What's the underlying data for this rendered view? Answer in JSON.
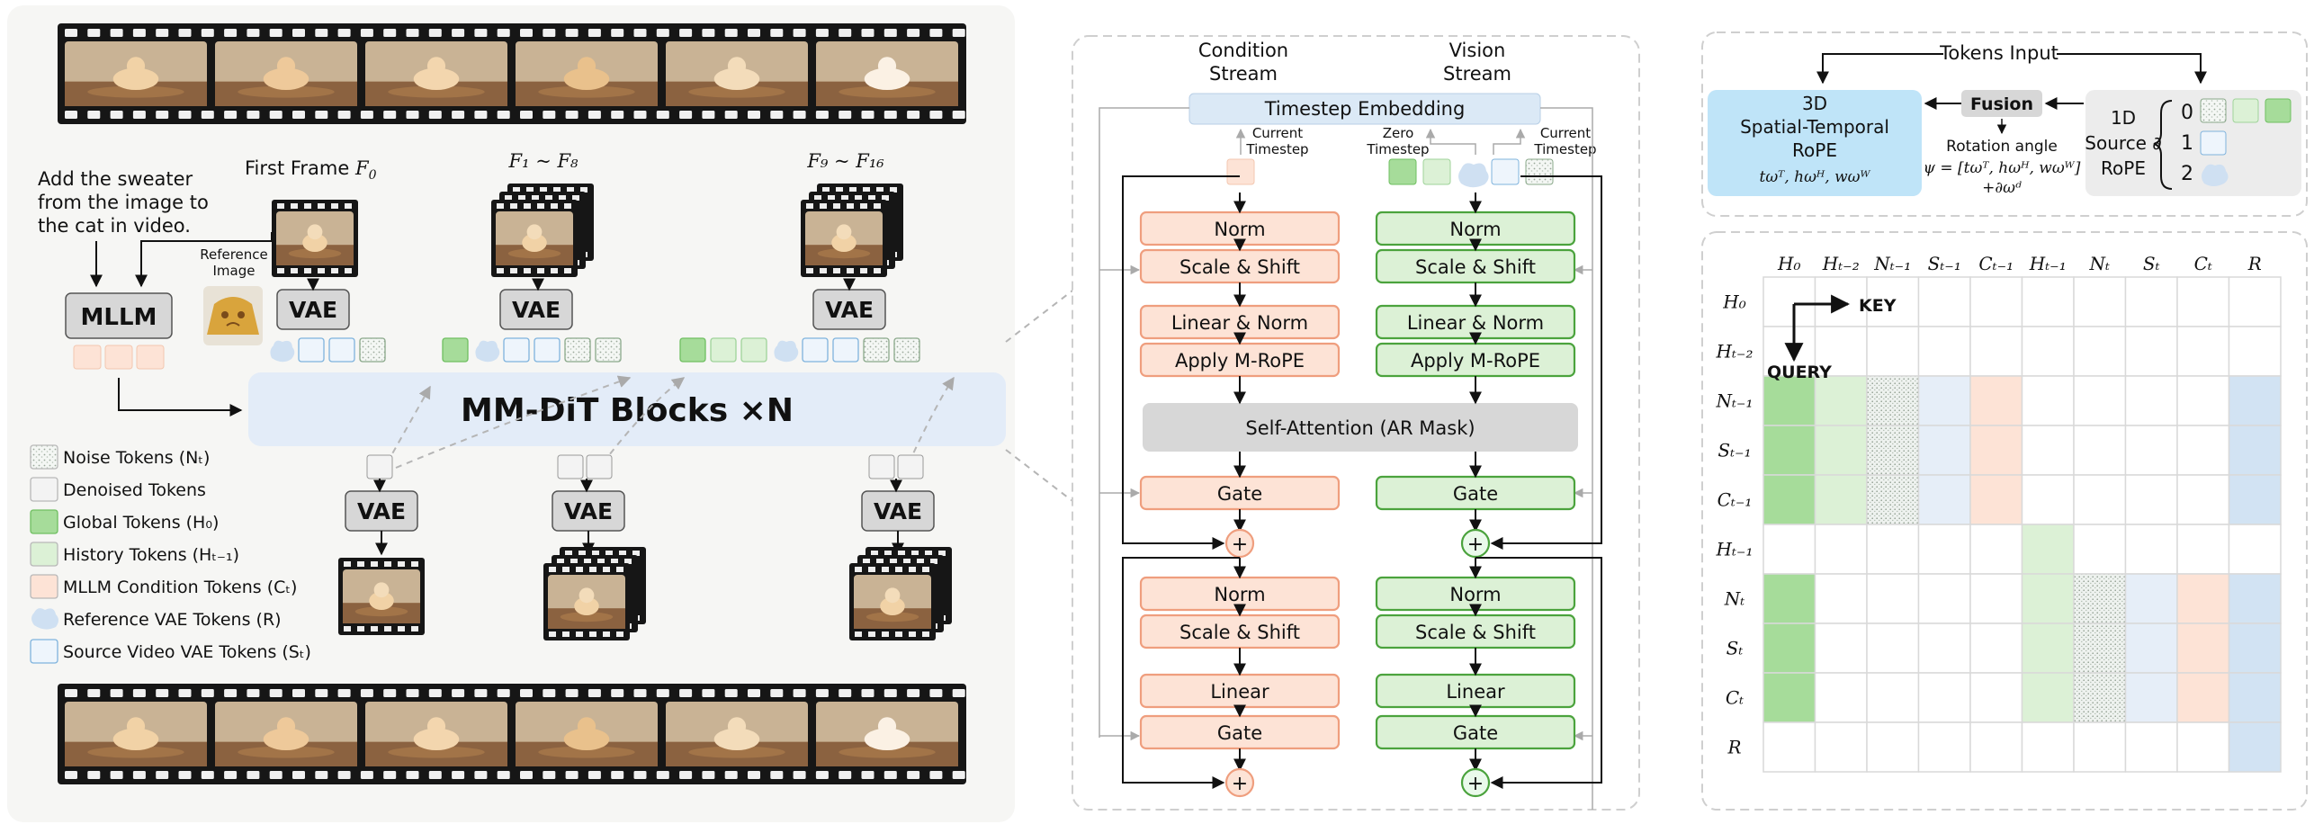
{
  "left": {
    "instruction": [
      "Add the sweater",
      "from the image to",
      "the cat in video."
    ],
    "first_frame": "First Frame",
    "first_frame_sym": "F",
    "first_frame_sub": "0",
    "group2": "F₁ ~ F₈",
    "group3": "F₉ ~ F₁₆",
    "reference_image": [
      "Reference",
      "Image"
    ],
    "mllm": "MLLM",
    "vae": "VAE",
    "mmdit": "MM-DiT Blocks ×N",
    "legend": [
      {
        "label": "Noise Tokens (Nₜ)",
        "color": "#ffffff",
        "pattern": "noise"
      },
      {
        "label": "Denoised Tokens",
        "color": "#f3f3f3",
        "pattern": "plain"
      },
      {
        "label": "Global Tokens (H₀)",
        "color": "#a6dc9a",
        "pattern": "plain"
      },
      {
        "label": "History Tokens (Hₜ₋₁)",
        "color": "#dcf1d6",
        "pattern": "plain"
      },
      {
        "label": "MLLM Condition Tokens (Cₜ)",
        "color": "#fde3d6",
        "pattern": "plain"
      },
      {
        "label": "Reference VAE Tokens (R)",
        "color": "#cfe0f2",
        "pattern": "cloud"
      },
      {
        "label": "Source Video VAE Tokens (Sₜ)",
        "color": "#eef5fc",
        "pattern": "plain"
      }
    ]
  },
  "middle": {
    "condition_stream": [
      "Condition",
      "Stream"
    ],
    "vision_stream": [
      "Vision",
      "Stream"
    ],
    "timestep_embedding": "Timestep Embedding",
    "current_timestep": [
      "Current",
      "Timestep"
    ],
    "zero_timestep": [
      "Zero",
      "Timestep"
    ],
    "current_timestep_right": [
      "Current",
      "Timestep"
    ],
    "norm": "Norm",
    "scale_shift": "Scale & Shift",
    "linear_norm": "Linear & Norm",
    "apply_mrope": "Apply M-RoPE",
    "self_attention": "Self-Attention (AR Mask)",
    "gate": "Gate",
    "linear": "Linear",
    "plus": "+"
  },
  "top_right": {
    "tokens_input": "Tokens Input",
    "rope3d": [
      "3D",
      "Spatial-Temporal",
      "RoPE"
    ],
    "rope3d_formula": "tωᵀ, hωᴴ, wωᵂ",
    "fusion": "Fusion",
    "rotation": "Rotation angle",
    "psi": "ψ = [tωᵀ, hωᴴ, wωᵂ]",
    "psi2": "+∂ωᵈ",
    "rope1d": [
      "1D",
      "Source ∂",
      "RoPE"
    ],
    "indices": [
      "0",
      "1",
      "2"
    ]
  },
  "mask": {
    "columns": [
      "H₀",
      "Hₜ₋₂",
      "Nₜ₋₁",
      "Sₜ₋₁",
      "Cₜ₋₁",
      "Hₜ₋₁",
      "Nₜ",
      "Sₜ",
      "Cₜ",
      "R"
    ],
    "rows": [
      "H₀",
      "Hₜ₋₂",
      "Nₜ₋₁",
      "Sₜ₋₁",
      "Cₜ₋₁",
      "Hₜ₋₁",
      "Nₜ",
      "Sₜ",
      "Cₜ",
      "R"
    ],
    "key": "KEY",
    "query": "QUERY",
    "colors": {
      "green": "#a6dc9a",
      "lightgreen": "#dcf1d6",
      "noise": "#e6ecec",
      "blue": "#e6eef8",
      "peach": "#fde3d6",
      "refblue": "#d2e3f3",
      "white": "#ffffff"
    },
    "cells": [
      [
        "w",
        "w",
        "w",
        "w",
        "w",
        "w",
        "w",
        "w",
        "w",
        "w"
      ],
      [
        "w",
        "w",
        "w",
        "w",
        "w",
        "w",
        "w",
        "w",
        "w",
        "w"
      ],
      [
        "g",
        "l",
        "n",
        "b",
        "p",
        "w",
        "w",
        "w",
        "w",
        "r"
      ],
      [
        "g",
        "l",
        "n",
        "b",
        "p",
        "w",
        "w",
        "w",
        "w",
        "r"
      ],
      [
        "g",
        "l",
        "n",
        "b",
        "p",
        "w",
        "w",
        "w",
        "w",
        "r"
      ],
      [
        "w",
        "w",
        "w",
        "w",
        "w",
        "l",
        "w",
        "w",
        "w",
        "w"
      ],
      [
        "g",
        "w",
        "w",
        "w",
        "w",
        "l",
        "n",
        "b",
        "p",
        "r"
      ],
      [
        "g",
        "w",
        "w",
        "w",
        "w",
        "l",
        "n",
        "b",
        "p",
        "r"
      ],
      [
        "g",
        "w",
        "w",
        "w",
        "w",
        "l",
        "n",
        "b",
        "p",
        "r"
      ],
      [
        "w",
        "w",
        "w",
        "w",
        "w",
        "w",
        "w",
        "w",
        "w",
        "r"
      ]
    ]
  }
}
